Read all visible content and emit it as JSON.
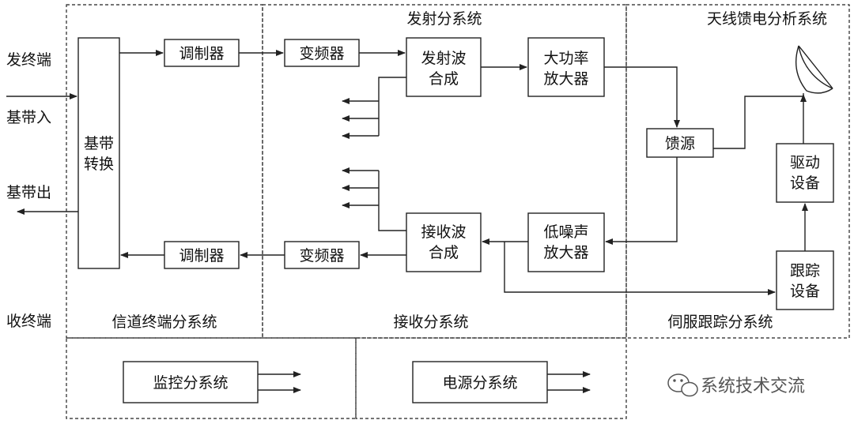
{
  "left_labels": {
    "send_end": "发终端",
    "baseband_in": "基带入",
    "baseband_out": "基带出",
    "receive_end": "收终端"
  },
  "subsystems": {
    "transmit": "发射分系统",
    "antenna_feed": "天线馈电分析系统",
    "channel_terminal": "信道终端分系统",
    "receive": "接收分系统",
    "servo_tracking": "伺服跟踪分系统",
    "monitor_control": "监控分系统",
    "power": "电源分系统"
  },
  "blocks": {
    "baseband_conv": [
      "基带",
      "转换"
    ],
    "modulator_tx": "调制器",
    "freq_conv_tx": "变频器",
    "tx_wave_synth": [
      "发射波",
      "合成"
    ],
    "hpa": [
      "大功率",
      "放大器"
    ],
    "feed": "馈源",
    "drive": [
      "驱动",
      "设备"
    ],
    "modulator_rx": "调制器",
    "freq_conv_rx": "变频器",
    "rx_wave_synth": [
      "接收波",
      "合成"
    ],
    "lna": [
      "低噪声",
      "放大器"
    ],
    "tracking": [
      "跟踪",
      "设备"
    ]
  },
  "watermark": "系统技术交流",
  "colors": {
    "line": "#222222",
    "watermark": "#555555"
  }
}
